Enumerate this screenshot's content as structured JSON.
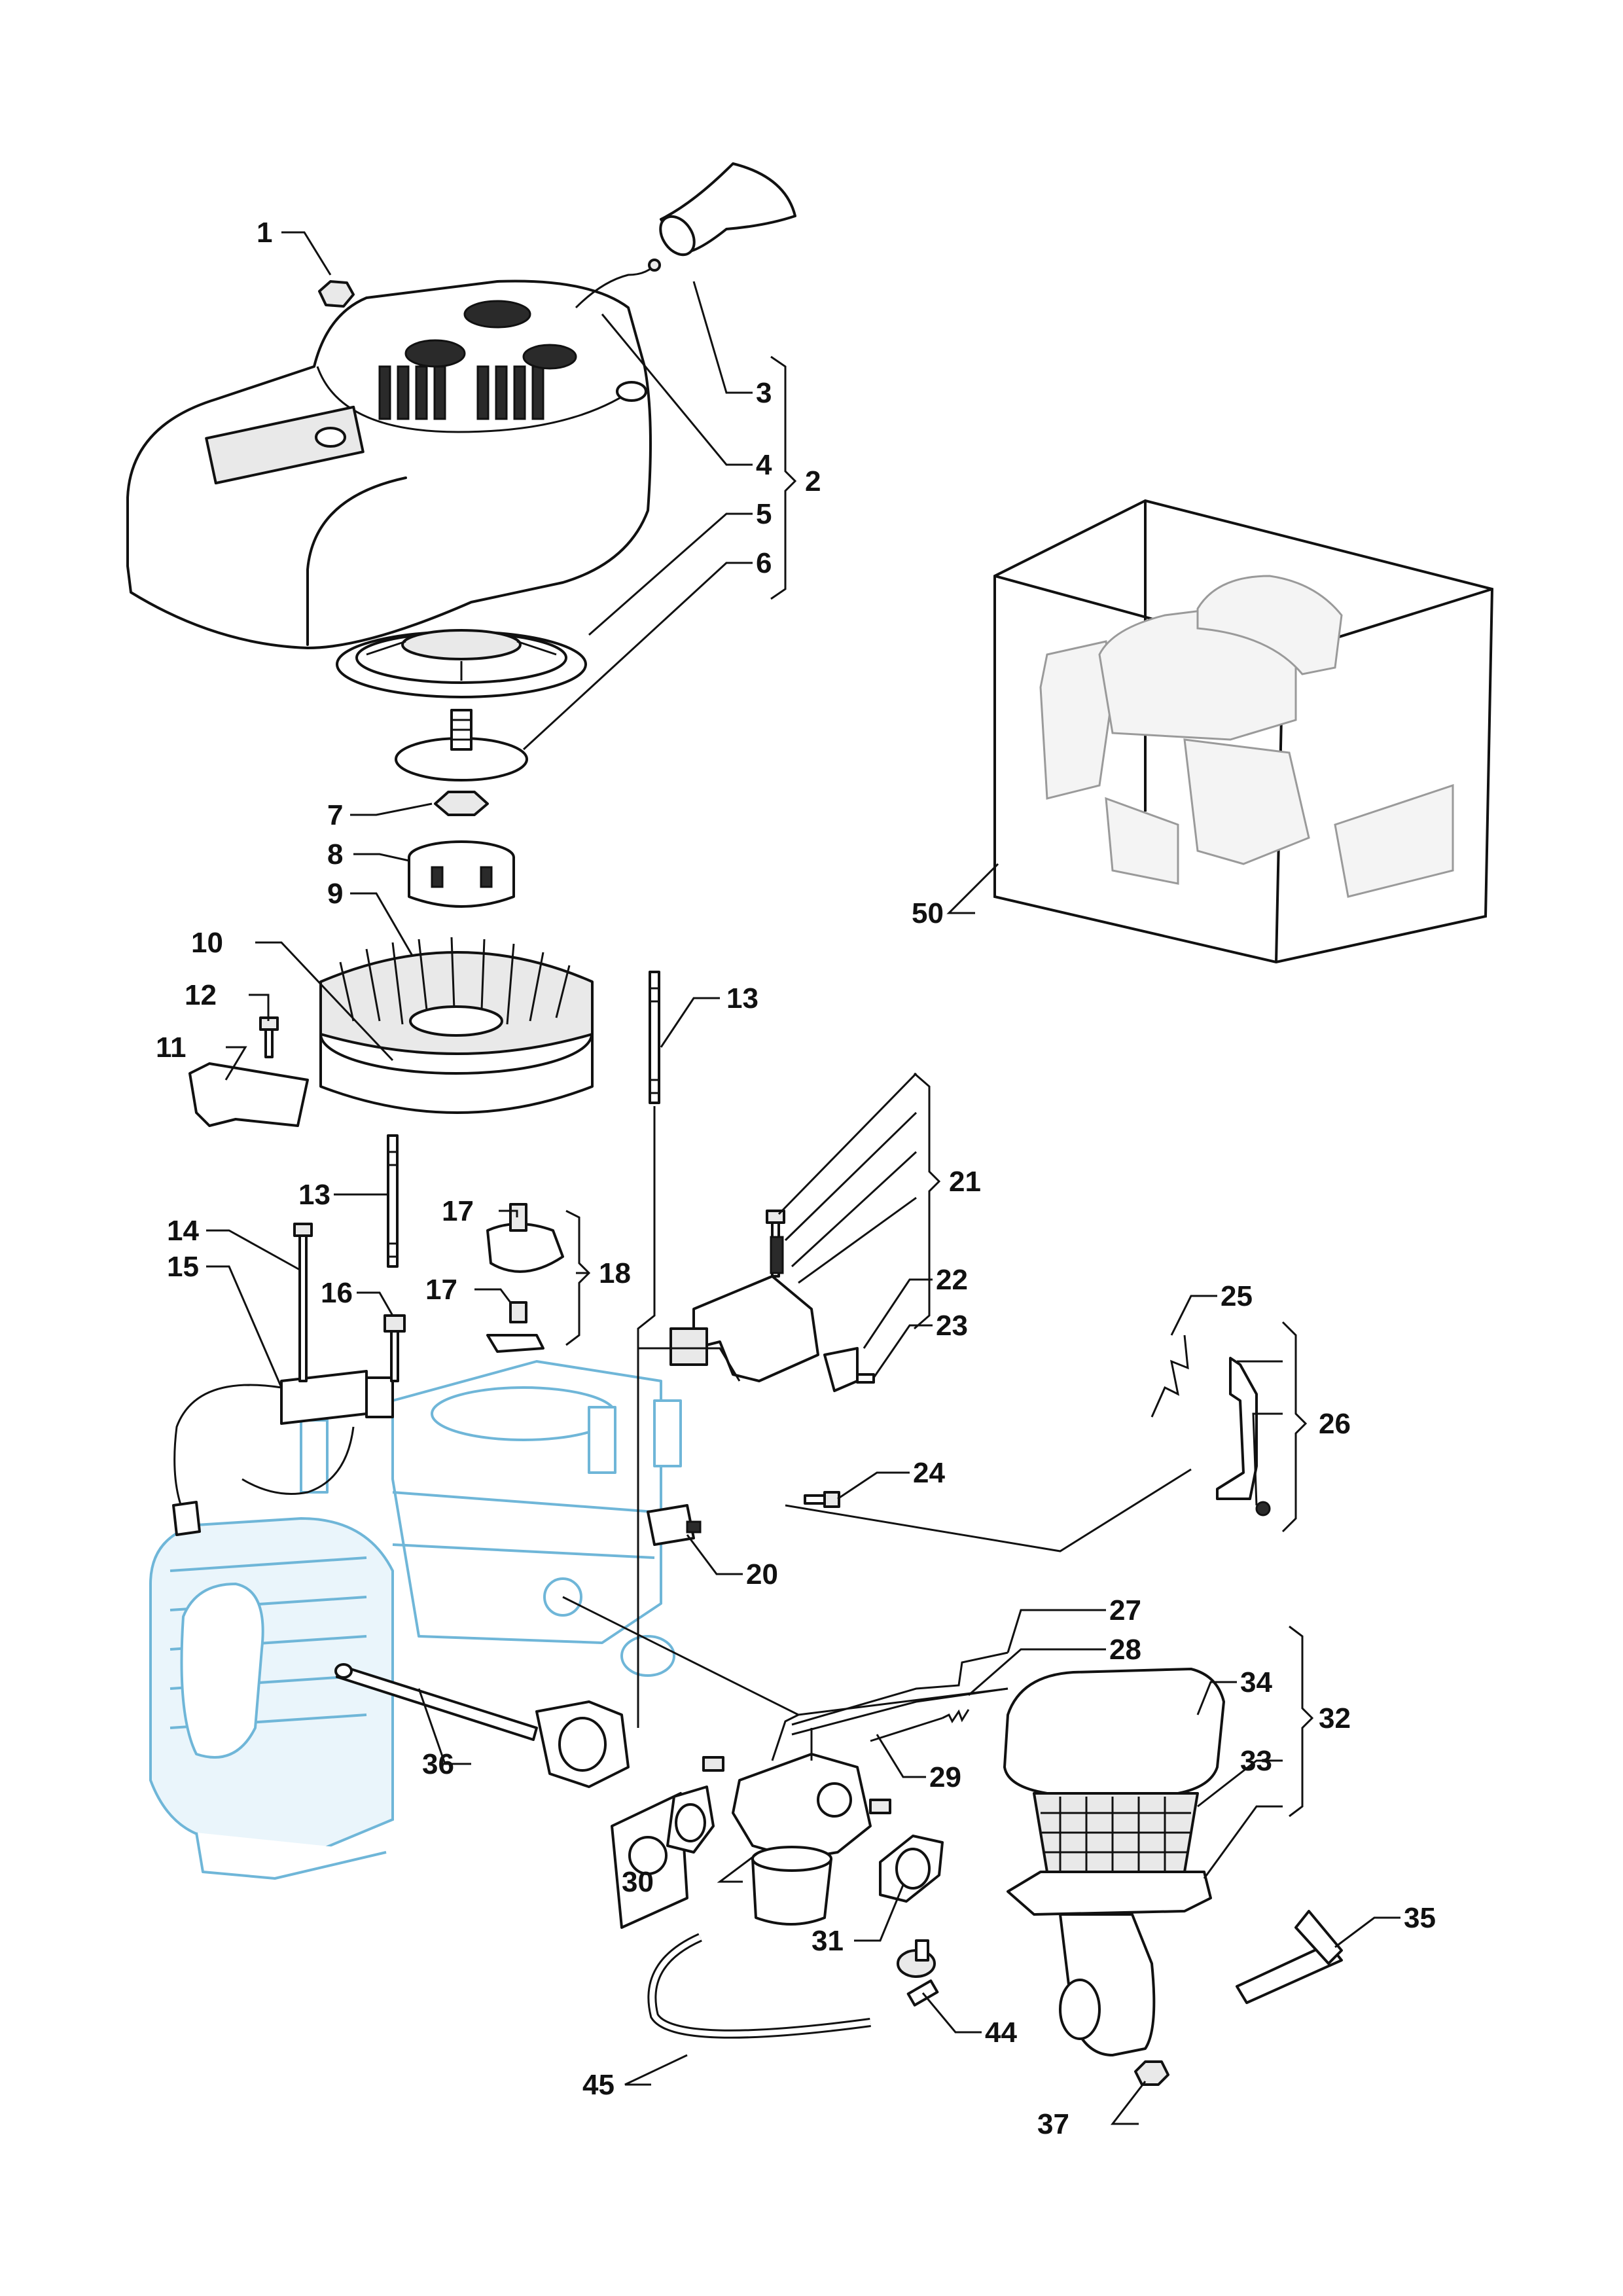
{
  "diagram": {
    "colors": {
      "line": "#111111",
      "engine_block": "#6fb6d8",
      "background": "#ffffff"
    },
    "callouts": [
      {
        "id": "c1",
        "label": "1"
      },
      {
        "id": "c2",
        "label": "2"
      },
      {
        "id": "c3",
        "label": "3"
      },
      {
        "id": "c4",
        "label": "4"
      },
      {
        "id": "c5",
        "label": "5"
      },
      {
        "id": "c6",
        "label": "6"
      },
      {
        "id": "c7",
        "label": "7"
      },
      {
        "id": "c8",
        "label": "8"
      },
      {
        "id": "c9",
        "label": "9"
      },
      {
        "id": "c10",
        "label": "10"
      },
      {
        "id": "c11",
        "label": "11"
      },
      {
        "id": "c12",
        "label": "12"
      },
      {
        "id": "c13a",
        "label": "13"
      },
      {
        "id": "c13b",
        "label": "13"
      },
      {
        "id": "c14",
        "label": "14"
      },
      {
        "id": "c15",
        "label": "15"
      },
      {
        "id": "c16",
        "label": "16"
      },
      {
        "id": "c17a",
        "label": "17"
      },
      {
        "id": "c17b",
        "label": "17"
      },
      {
        "id": "c18",
        "label": "18"
      },
      {
        "id": "c20",
        "label": "20"
      },
      {
        "id": "c21",
        "label": "21"
      },
      {
        "id": "c22",
        "label": "22"
      },
      {
        "id": "c23",
        "label": "23"
      },
      {
        "id": "c24",
        "label": "24"
      },
      {
        "id": "c25",
        "label": "25"
      },
      {
        "id": "c26",
        "label": "26"
      },
      {
        "id": "c27",
        "label": "27"
      },
      {
        "id": "c28",
        "label": "28"
      },
      {
        "id": "c29",
        "label": "29"
      },
      {
        "id": "c30",
        "label": "30"
      },
      {
        "id": "c31",
        "label": "31"
      },
      {
        "id": "c32",
        "label": "32"
      },
      {
        "id": "c33",
        "label": "33"
      },
      {
        "id": "c34",
        "label": "34"
      },
      {
        "id": "c35",
        "label": "35"
      },
      {
        "id": "c36",
        "label": "36"
      },
      {
        "id": "c37",
        "label": "37"
      },
      {
        "id": "c44",
        "label": "44"
      },
      {
        "id": "c45",
        "label": "45"
      },
      {
        "id": "c50",
        "label": "50"
      }
    ]
  }
}
